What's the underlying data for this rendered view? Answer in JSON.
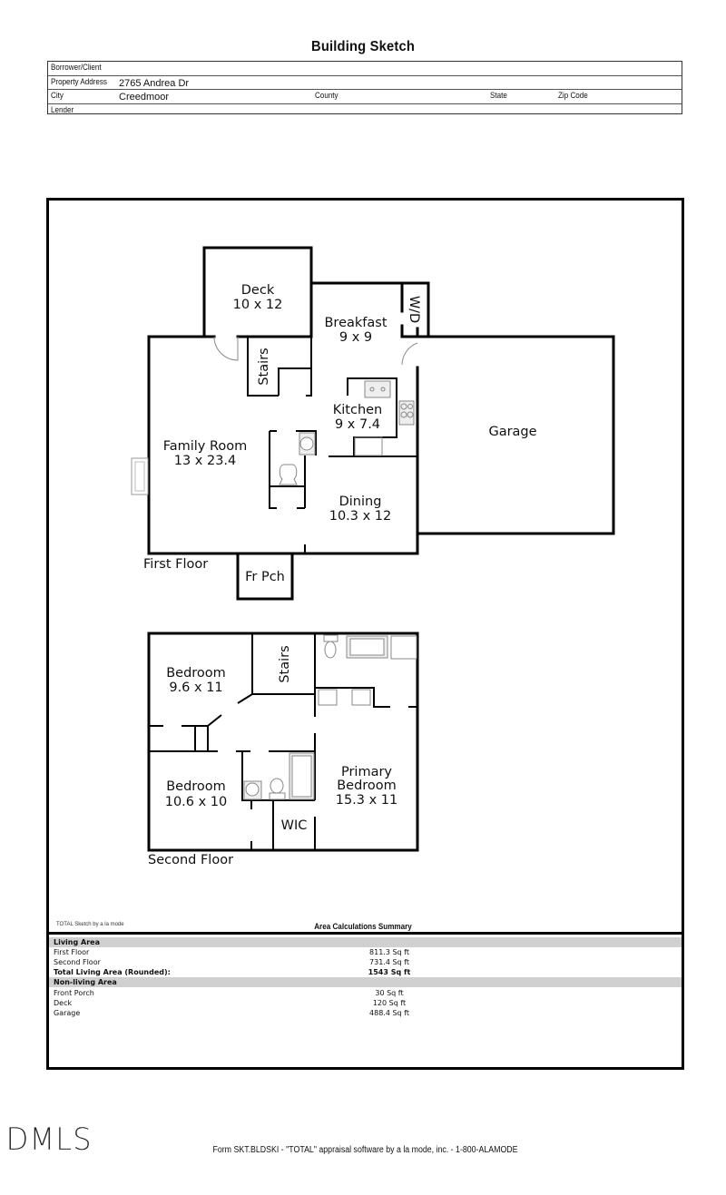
{
  "header": {
    "title": "Building Sketch",
    "borrower_label": "Borrower/Client",
    "borrower_value": "",
    "address_label": "Property Address",
    "address_value": "2765 Andrea Dr",
    "city_label": "City",
    "city_value": "Creedmoor",
    "county_label": "County",
    "state_label": "State",
    "zip_label": "Zip Code",
    "lender_label": "Lender"
  },
  "first_floor": {
    "label": "First Floor",
    "rooms": {
      "deck": {
        "name": "Deck",
        "dims": "10 x 12"
      },
      "breakfast": {
        "name": "Breakfast",
        "dims": "9 x 9"
      },
      "wd": {
        "name": "W/D"
      },
      "stairs": {
        "name": "Stairs"
      },
      "kitchen": {
        "name": "Kitchen",
        "dims": "9 x 7.4"
      },
      "family": {
        "name": "Family Room",
        "dims": "13 x 23.4"
      },
      "dining": {
        "name": "Dining",
        "dims": "10.3 x 12"
      },
      "garage": {
        "name": "Garage"
      },
      "porch": {
        "name": "Fr Pch"
      }
    }
  },
  "second_floor": {
    "label": "Second Floor",
    "rooms": {
      "bed1": {
        "name": "Bedroom",
        "dims": "9.6 x 11"
      },
      "stairs": {
        "name": "Stairs"
      },
      "bed2": {
        "name": "Bedroom",
        "dims": "10.6 x 10"
      },
      "primary": {
        "name1": "Primary",
        "name2": "Bedroom",
        "dims": "15.3 x 11"
      },
      "wic": {
        "name": "WIC"
      }
    }
  },
  "summary": {
    "credit": "TOTAL Sketch by a la mode",
    "title": "Area Calculations Summary",
    "living_header": "Living Area",
    "living": [
      {
        "label": "First Floor",
        "value": "811.3 Sq ft"
      },
      {
        "label": "Second Floor",
        "value": "731.4 Sq ft"
      }
    ],
    "total_label": "Total Living Area (Rounded):",
    "total_value": "1543 Sq ft",
    "nonliving_header": "Non-living Area",
    "nonliving": [
      {
        "label": "Front Porch",
        "value": "30 Sq ft"
      },
      {
        "label": "Deck",
        "value": "120 Sq ft"
      },
      {
        "label": "Garage",
        "value": "488.4 Sq ft"
      }
    ]
  },
  "footer": {
    "logo": "DMLS",
    "form_text": "Form SKT.BLDSKI - \"TOTAL\" appraisal software by a la mode, inc. - 1-800-ALAMODE"
  }
}
